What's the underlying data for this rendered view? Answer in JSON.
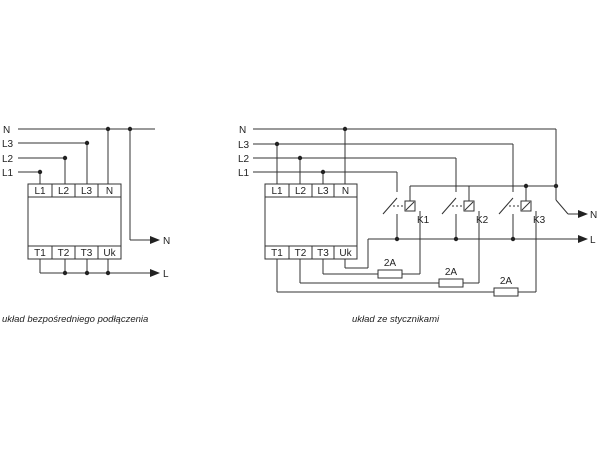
{
  "colors": {
    "line": "#333333",
    "text": "#222222",
    "background": "#ffffff"
  },
  "left_diagram": {
    "input_lines": [
      "N",
      "L3",
      "L2",
      "L1"
    ],
    "top_terminals": [
      "L1",
      "L2",
      "L3",
      "N"
    ],
    "bottom_terminals": [
      "T1",
      "T2",
      "T3",
      "Uk"
    ],
    "out_n": "N",
    "out_l": "L",
    "caption": "układ bezpośredniego podłączenia"
  },
  "right_diagram": {
    "input_lines": [
      "N",
      "L3",
      "L2",
      "L1"
    ],
    "top_terminals": [
      "L1",
      "L2",
      "L3",
      "N"
    ],
    "bottom_terminals": [
      "T1",
      "T2",
      "T3",
      "Uk"
    ],
    "contactors": [
      "K1",
      "K2",
      "K3"
    ],
    "fuses": [
      "2A",
      "2A",
      "2A"
    ],
    "out_n": "N",
    "out_l": "L",
    "caption": "układ ze stycznikami"
  }
}
